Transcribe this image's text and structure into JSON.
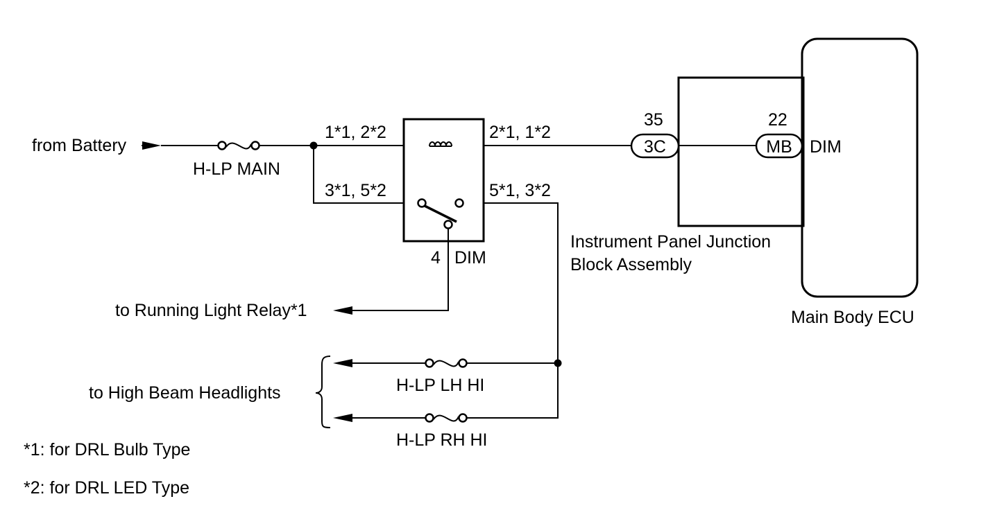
{
  "labels": {
    "from_battery": "from Battery",
    "h_lp_main": "H-LP MAIN",
    "relay_coil_in": "1*1, 2*2",
    "relay_coil_out": "2*1, 1*2",
    "relay_switch_in": "3*1, 5*2",
    "relay_switch_out": "5*1, 3*2",
    "relay_pin_num": "4",
    "relay_pin_name": "DIM",
    "to_running_light": "to Running Light Relay*1",
    "to_high_beam": "to High Beam Headlights",
    "h_lp_lh_hi": "H-LP LH HI",
    "h_lp_rh_hi": "H-LP RH HI",
    "jb_pin_num": "35",
    "jb_connector": "3C",
    "jb_name_line1": "Instrument Panel Junction",
    "jb_name_line2": "Block Assembly",
    "ecu_pin_num": "22",
    "ecu_connector": "MB",
    "ecu_signal": "DIM",
    "ecu_name": "Main Body ECU"
  },
  "notes": [
    "*1: for DRL Bulb Type",
    "*2: for DRL LED Type"
  ]
}
